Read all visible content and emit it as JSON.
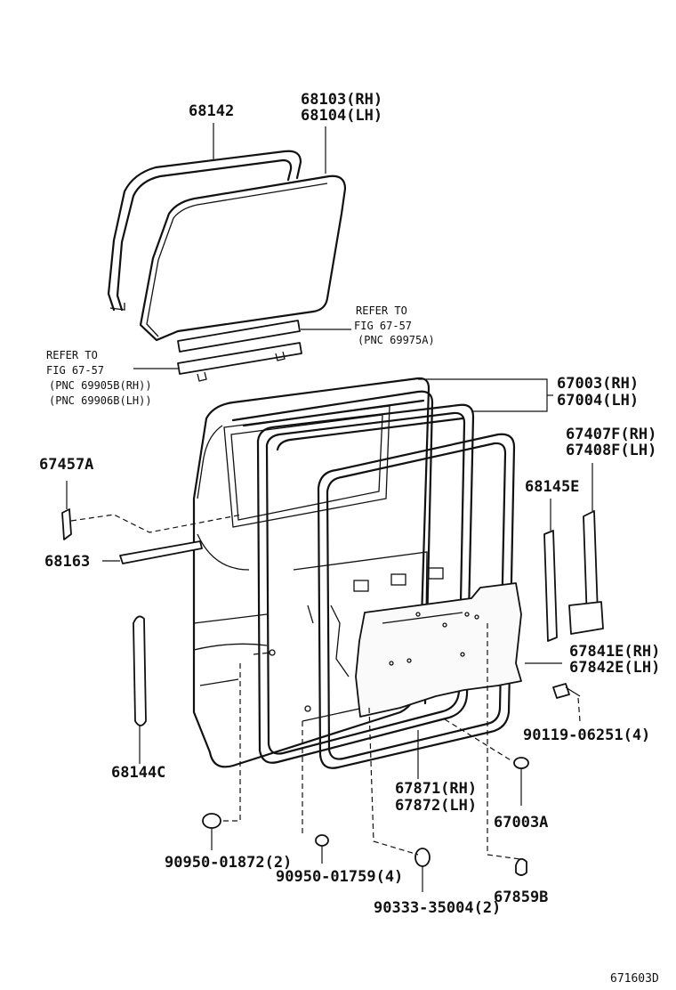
{
  "labels": {
    "p68142": "68142",
    "p68103": "68103(RH)",
    "p68104": "68104(LH)",
    "refer1_a": "REFER TO",
    "refer1_b": "FIG 67-57",
    "refer1_c": "(PNC 69975A)",
    "refer2_a": "REFER TO",
    "refer2_b": "FIG 67-57",
    "refer2_c": "(PNC 69905B(RH))",
    "refer2_d": "(PNC 69906B(LH))",
    "p67003": "67003(RH)",
    "p67004": "67004(LH)",
    "p67407": "67407F(RH)",
    "p67408": "67408F(LH)",
    "p67457": "67457A",
    "p68145": "68145E",
    "p68163": "68163",
    "p67841": "67841E(RH)",
    "p67842": "67842E(LH)",
    "p90119": "90119-06251(4)",
    "p68144": "68144C",
    "p67871": "67871(RH)",
    "p67872": "67872(LH)",
    "p67003a": "67003A",
    "p90950a": "90950-01872(2)",
    "p90950b": "90950-01759(4)",
    "p90333": "90333-35004(2)",
    "p67859": "67859B",
    "fig_id": "671603D"
  }
}
